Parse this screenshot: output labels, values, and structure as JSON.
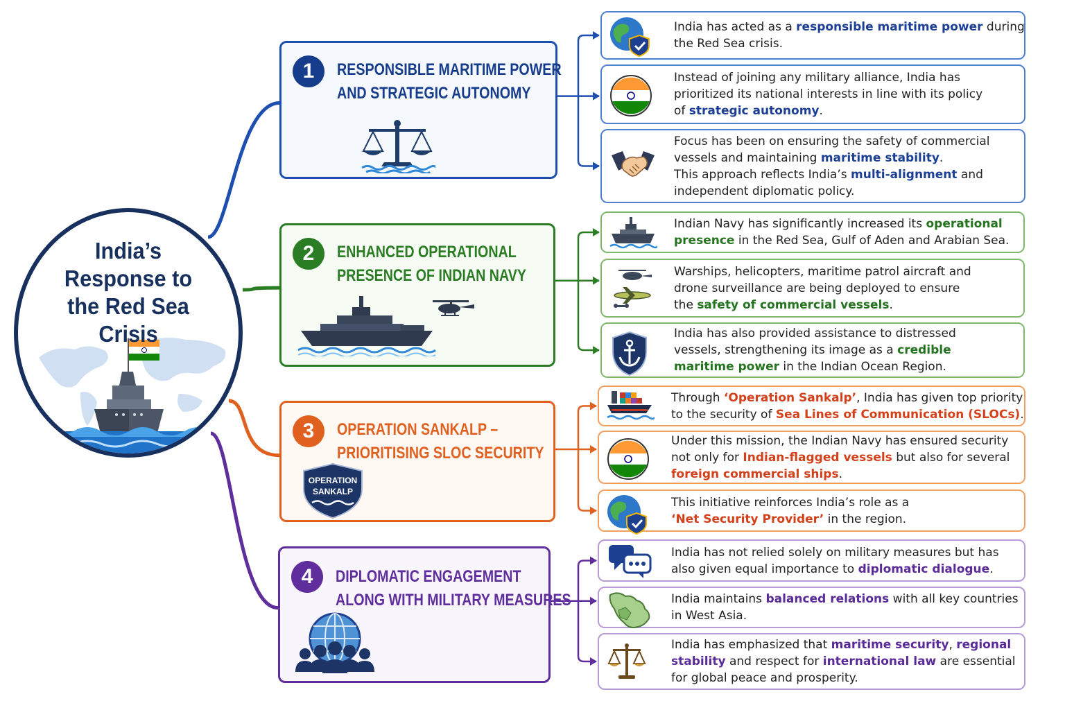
{
  "hub": {
    "title_lines": [
      "India’s",
      "Response to",
      "the Red Sea",
      "Crisis"
    ]
  },
  "colors": {
    "navy": "#17305e",
    "blue": "#1c4fb0",
    "green": "#2b7d24",
    "orange": "#e0611f",
    "purple": "#5f2d9c"
  },
  "themes": [
    {
      "number": "1",
      "title_lines": [
        "RESPONSIBLE MARITIME POWER",
        "AND STRATEGIC AUTONOMY"
      ],
      "icon": "scales-of-justice-icon",
      "points": [
        {
          "icon": "globe-shield-icon",
          "lines": [
            [
              [
                "India has acted as a ",
                false
              ],
              [
                "responsible maritime power",
                true
              ],
              [
                " during",
                false
              ]
            ],
            [
              [
                "the Red Sea crisis.",
                false
              ]
            ]
          ]
        },
        {
          "icon": "india-flag-icon",
          "lines": [
            [
              [
                "Instead of joining any military alliance, India has",
                false
              ]
            ],
            [
              [
                "prioritized its national interests in line with its policy",
                false
              ]
            ],
            [
              [
                "of ",
                false
              ],
              [
                "strategic autonomy",
                true
              ],
              [
                ".",
                false
              ]
            ]
          ]
        },
        {
          "icon": "handshake-icon",
          "lines": [
            [
              [
                "Focus has been on ensuring the safety of commercial",
                false
              ]
            ],
            [
              [
                "vessels and maintaining ",
                false
              ],
              [
                "maritime stability",
                true
              ],
              [
                ".",
                false
              ]
            ],
            [
              [
                "This approach reflects India’s ",
                false
              ],
              [
                "multi-alignment",
                true
              ],
              [
                " and",
                false
              ]
            ],
            [
              [
                "independent diplomatic policy.",
                false
              ]
            ]
          ]
        }
      ]
    },
    {
      "number": "2",
      "title_lines": [
        "ENHANCED OPERATIONAL",
        "PRESENCE OF INDIAN NAVY"
      ],
      "icon": "warship-helicopter-icon",
      "points": [
        {
          "icon": "warship-icon",
          "lines": [
            [
              [
                "Indian Navy has significantly increased its ",
                false
              ],
              [
                "operational",
                true
              ]
            ],
            [
              [
                "presence",
                true
              ],
              [
                " in the Red Sea, Gulf of Aden and Arabian Sea.",
                false
              ]
            ]
          ]
        },
        {
          "icon": "aircraft-icon",
          "lines": [
            [
              [
                "Warships, helicopters, maritime patrol aircraft and",
                false
              ]
            ],
            [
              [
                "drone surveillance are being deployed to ensure",
                false
              ]
            ],
            [
              [
                "the ",
                false
              ],
              [
                "safety of commercial vessels",
                true
              ],
              [
                ".",
                false
              ]
            ]
          ]
        },
        {
          "icon": "anchor-shield-icon",
          "lines": [
            [
              [
                "India has also provided assistance to distressed",
                false
              ]
            ],
            [
              [
                "vessels, strengthening its image as a ",
                false
              ],
              [
                "credible",
                true
              ]
            ],
            [
              [
                "maritime power",
                true
              ],
              [
                " in the Indian Ocean Region.",
                false
              ]
            ]
          ]
        }
      ]
    },
    {
      "number": "3",
      "title_lines": [
        "OPERATION SANKALP –",
        "PRIORITISING SLOC SECURITY"
      ],
      "icon": "operation-sankalp-badge-icon",
      "badge_lines": [
        "OPERATION",
        "SANKALP"
      ],
      "points": [
        {
          "icon": "container-ship-icon",
          "lines": [
            [
              [
                "Through ",
                false
              ],
              [
                "‘Operation Sankalp’",
                true
              ],
              [
                ", India has given top priority",
                false
              ]
            ],
            [
              [
                "to the security of ",
                false
              ],
              [
                "Sea Lines of Communication (SLOCs)",
                true
              ],
              [
                ".",
                false
              ]
            ]
          ]
        },
        {
          "icon": "india-flag-icon",
          "lines": [
            [
              [
                "Under this mission, the Indian Navy has ensured security",
                false
              ]
            ],
            [
              [
                "not only for ",
                false
              ],
              [
                "Indian-flagged vessels",
                true
              ],
              [
                " but also for several",
                false
              ]
            ],
            [
              [
                "foreign commercial ships",
                true
              ],
              [
                ".",
                false
              ]
            ]
          ]
        },
        {
          "icon": "globe-shield-icon",
          "lines": [
            [
              [
                "This initiative reinforces India’s role as a",
                false
              ]
            ],
            [
              [
                "‘Net Security Provider’",
                true
              ],
              [
                " in the region.",
                false
              ]
            ]
          ]
        }
      ]
    },
    {
      "number": "4",
      "title_lines": [
        "DIPLOMATIC ENGAGEMENT",
        "ALONG WITH MILITARY MEASURES"
      ],
      "icon": "globe-people-icon",
      "points": [
        {
          "icon": "chat-bubbles-icon",
          "lines": [
            [
              [
                "India has not relied solely on military measures but has",
                false
              ]
            ],
            [
              [
                "also given equal importance to ",
                false
              ],
              [
                "diplomatic dialogue",
                true
              ],
              [
                ".",
                false
              ]
            ]
          ]
        },
        {
          "icon": "west-asia-map-icon",
          "lines": [
            [
              [
                "India maintains ",
                false
              ],
              [
                "balanced relations",
                true
              ],
              [
                " with all key countries",
                false
              ]
            ],
            [
              [
                "in West Asia.",
                false
              ]
            ]
          ]
        },
        {
          "icon": "scales-icon",
          "lines": [
            [
              [
                "India has emphasized that ",
                false
              ],
              [
                "maritime security",
                true
              ],
              [
                ", ",
                false
              ],
              [
                "regional",
                true
              ]
            ],
            [
              [
                "stability",
                true
              ],
              [
                " and respect for ",
                false
              ],
              [
                "international law",
                true
              ],
              [
                " are essential",
                false
              ]
            ],
            [
              [
                "for global peace and prosperity.",
                false
              ]
            ]
          ]
        }
      ]
    }
  ]
}
